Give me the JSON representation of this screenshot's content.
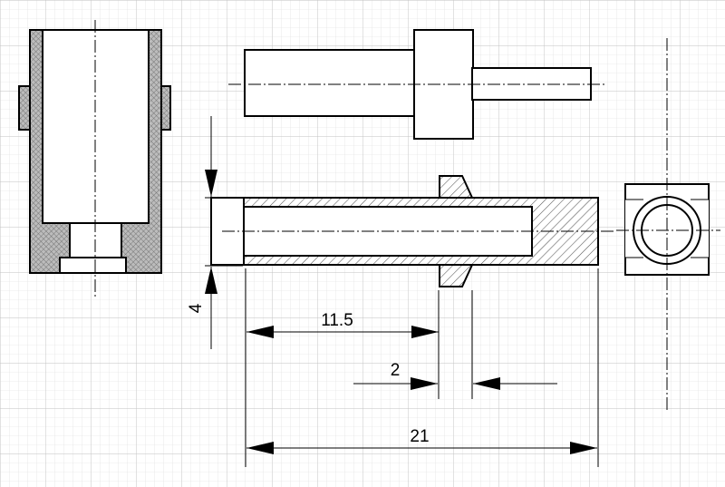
{
  "dimensions": {
    "overall_length": "21",
    "bore_depth": "11.5",
    "flange_width": "2",
    "tube_diameter": "4"
  },
  "colors": {
    "line": "#000000",
    "paper": "#ffffff",
    "grid_minor": "#dcdcdc",
    "grid_major": "#c2c2c2"
  }
}
